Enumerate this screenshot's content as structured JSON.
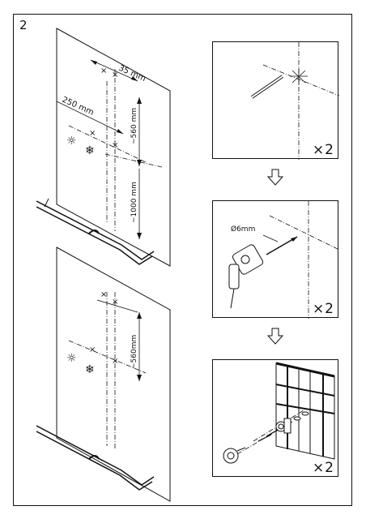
{
  "page": {
    "step_number": "2"
  },
  "wall_top": {
    "dim_offset": "35 mm",
    "dim_spacing": "250 mm",
    "dim_height_upper": "~560 mm",
    "dim_height_lower": "~1000 mm",
    "icons": [
      "sun-icon",
      "snowflake-icon"
    ]
  },
  "wall_bottom": {
    "dim_height": "~560mm",
    "icons": [
      "sun-icon",
      "snowflake-icon"
    ]
  },
  "panels": {
    "mark_multiplier": "×2",
    "drill_label": "Ø6mm",
    "drill_multiplier": "×2",
    "mount_multiplier": "×2"
  },
  "flow_arrows": [
    "down-arrow-icon",
    "down-arrow-icon"
  ]
}
